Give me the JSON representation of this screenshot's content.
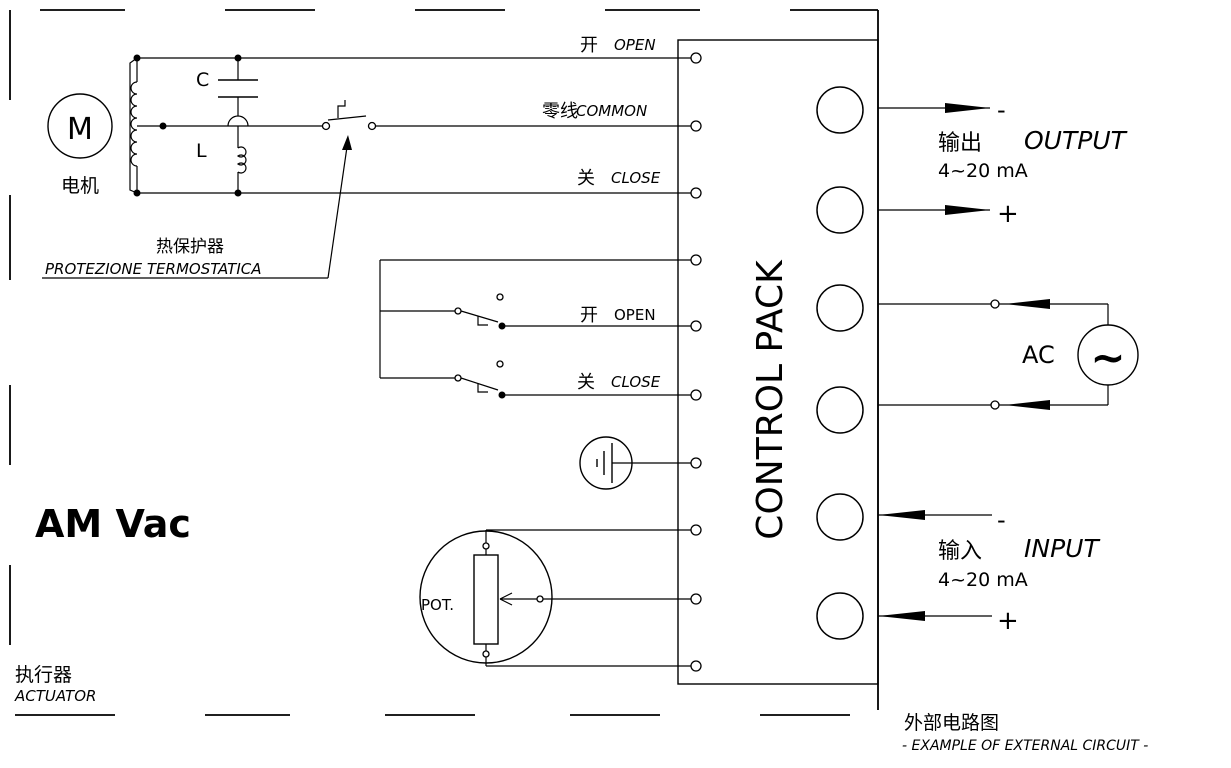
{
  "diagram": {
    "motor": {
      "symbol": "M",
      "label": "电机"
    },
    "capacitor_label": "C",
    "inductor_label": "L",
    "thermal": {
      "cn": "热保护器",
      "it": "PROTEZIONE TERMOSTATICA"
    },
    "wires": {
      "open_cn": "开",
      "open_en": "OPEN",
      "common_cn": "零线",
      "common_en": "COMMON",
      "close_cn": "关",
      "close_en": "CLOSE",
      "open2_cn": "开",
      "open2_en": "OPEN",
      "close2_cn": "关",
      "close2_en": "CLOSE"
    },
    "control_pack": "CONTROL PACK",
    "pot_label": "POT.",
    "model": "AM Vac",
    "actuator": {
      "cn": "执行器",
      "en": "ACTUATOR"
    },
    "output": {
      "minus": "-",
      "plus": "+",
      "cn": "输出",
      "en": "OUTPUT",
      "range": "4~20 mA"
    },
    "ac": {
      "label": "AC",
      "symbol": "~"
    },
    "input": {
      "minus": "-",
      "plus": "+",
      "cn": "输入",
      "en": "INPUT",
      "range": "4~20 mA"
    },
    "external": {
      "cn": "外部电路图",
      "en": "- EXAMPLE OF EXTERNAL CIRCUIT -"
    }
  }
}
